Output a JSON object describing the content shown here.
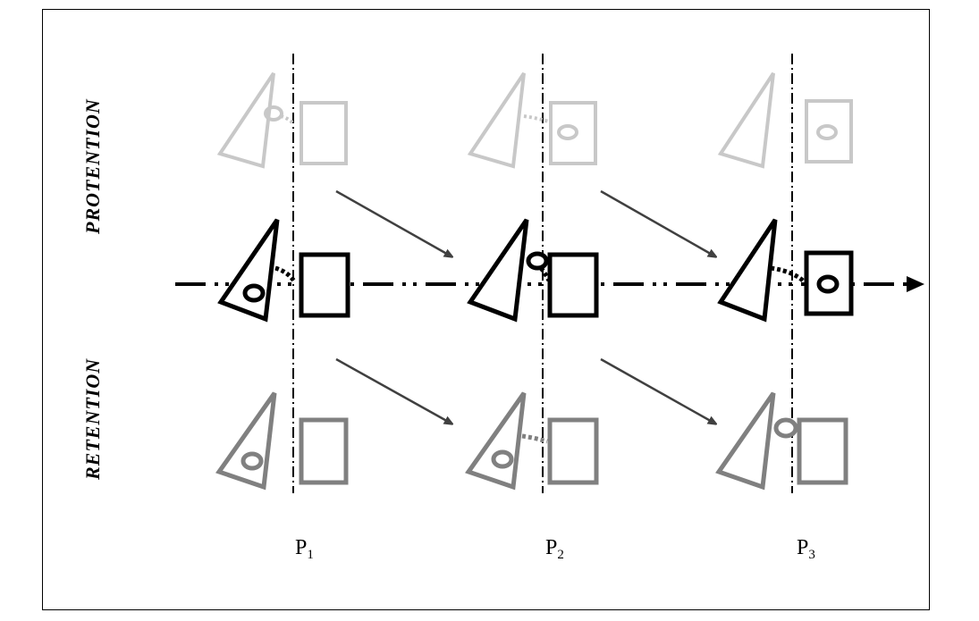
{
  "labels": {
    "protention": "PROTENTION",
    "retention": "RETENTION"
  },
  "phases": [
    {
      "letter": "P",
      "index": "1"
    },
    {
      "letter": "P",
      "index": "2"
    },
    {
      "letter": "P",
      "index": "3"
    }
  ],
  "colors": {
    "protention": "#c8c8c8",
    "present": "#000000",
    "retention": "#808080",
    "arrow": "#404040"
  }
}
